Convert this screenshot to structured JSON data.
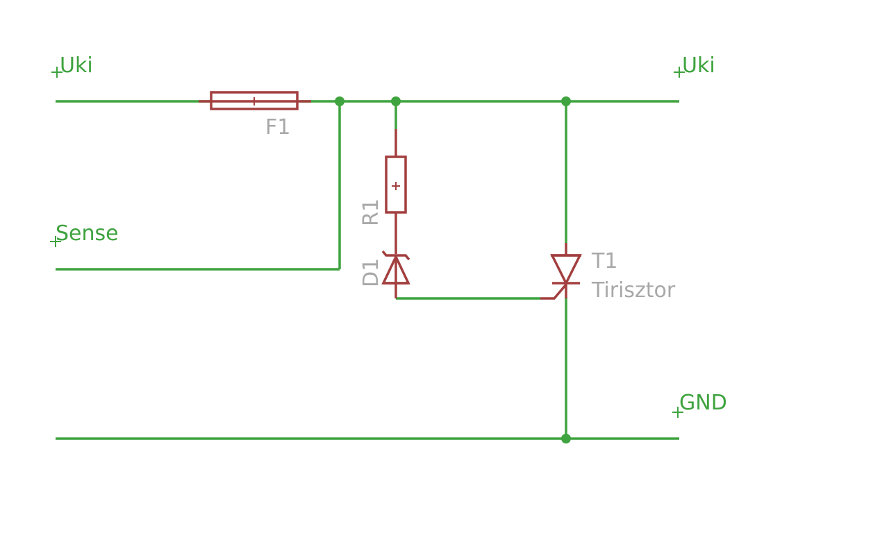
{
  "colors": {
    "background": "#ffffff",
    "net": "#3fa33f",
    "component": "#a33f3f",
    "component_label": "#a8a8a8"
  },
  "nets": {
    "uki_left": "Uki",
    "uki_right": "Uki",
    "sense": "Sense",
    "gnd": "GND"
  },
  "components": {
    "fuse": {
      "name": "F1"
    },
    "resistor": {
      "name": "R1"
    },
    "zener": {
      "name": "D1"
    },
    "thyristor": {
      "name": "T1",
      "value": "Tirisztor"
    }
  }
}
